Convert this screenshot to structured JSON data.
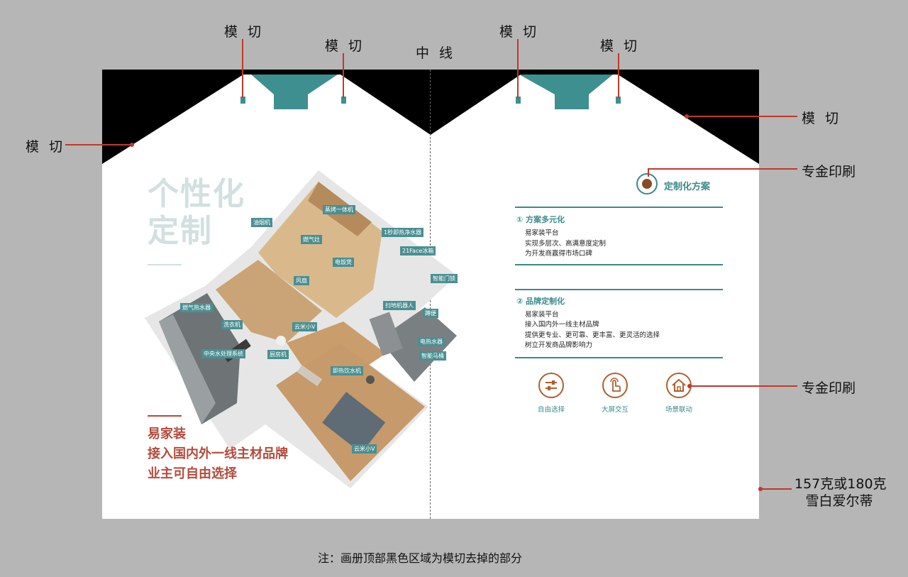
{
  "annotations": {
    "die_cut": "模 切",
    "center_line": "中 线",
    "special_gold_print": "专金印刷",
    "paper_spec_line1": "157克或180克",
    "paper_spec_line2": "雪白爱尔蒂",
    "footnote": "注：画册顶部黑色区域为模切去掉的部分"
  },
  "left_page": {
    "title_line1": "个性化",
    "title_line2": "定制",
    "slogan_line1": "易家装",
    "slogan_line2": "接入国内外一线主材品牌",
    "slogan_line3": "业主可自由选择",
    "floorplan_labels": [
      "蒸烤一体机",
      "油烟机",
      "1秒即热净水器",
      "燃气灶",
      "21Face冰箱",
      "电饭煲",
      "风扇",
      "智能门锁",
      "扫地机器人",
      "燃气热水器",
      "洗衣机",
      "云米小V",
      "蹲便",
      "电热水器",
      "中央水处理系统",
      "厨房机",
      "智能马桶",
      "即热饮水机",
      "云米小V"
    ]
  },
  "right_page": {
    "header": "定制化方案",
    "section1": {
      "title": "① 方案多元化",
      "lines": [
        "易家装平台",
        "实现多层次、高满意度定制",
        "为开发商赢得市场口碑"
      ]
    },
    "section2": {
      "title": "② 品牌定制化",
      "lines": [
        "易家装平台",
        "接入国内外一线主材品牌",
        "提供更专业、更可靠、更丰富、更灵活的选择",
        "树立开发商品牌影响力"
      ]
    },
    "features": [
      {
        "label": "自由选择",
        "icon": "sliders-icon"
      },
      {
        "label": "大屏交互",
        "icon": "touch-hand-icon"
      },
      {
        "label": "场景联动",
        "icon": "home-icon"
      }
    ]
  },
  "colors": {
    "teal": "#3b8a8a",
    "die_cut_black": "#000000",
    "rust": "#b54a3c",
    "annotation_red": "#c0392b",
    "background_gray": "#b6b6b6"
  }
}
